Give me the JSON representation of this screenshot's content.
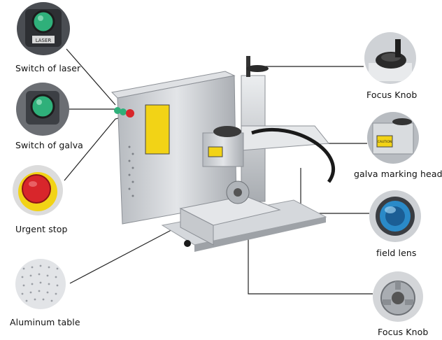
{
  "labels": {
    "switch_laser": "Switch of laser",
    "switch_galva": "Switch of galva",
    "urgent_stop": "Urgent stop",
    "aluminum_table": "Aluminum table",
    "focus_knob_top": "Focus Knob",
    "galva_head": "galva marking head",
    "field_lens": "field lens",
    "focus_knob_bottom": "Focus Knob"
  },
  "machine_text": {
    "switch_button_caption": "LASER",
    "warning_sticker": "CAUTION"
  },
  "colors": {
    "button_green": "#2fb07a",
    "stop_red": "#d8262b",
    "warning_yellow": "#f2d316",
    "lens_blue": "#2a8ac8",
    "panel_silver": "#c9ccd0",
    "leader_line": "#222222"
  }
}
